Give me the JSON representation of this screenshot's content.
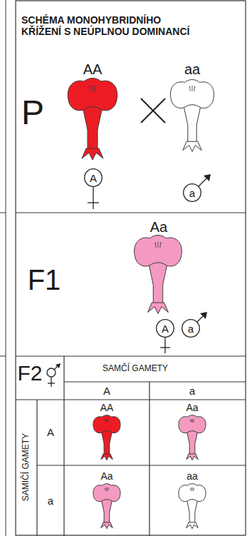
{
  "diagram": {
    "title": "SCHÉMA MONOHYBRIDNÍHO KŘÍŽENÍ S NEÚPLNOU DOMINANCÍ",
    "nodes": [
      {
        "text": [
          "A"
        ]
      },
      {
        "text": [
          "a"
        ]
      },
      {
        "text": [
          "A"
        ]
      },
      {
        "text": [
          "a"
        ]
      }
    ],
    "labels": [
      "AA",
      "aa",
      "P",
      "Aa",
      "F1",
      "F2",
      "SAMČÍ GAMETY",
      "A",
      "a",
      "SAMIČÍ GAMETY",
      "A",
      "AA",
      "Aa",
      "a",
      "Aa",
      "aa"
    ]
  }
}
